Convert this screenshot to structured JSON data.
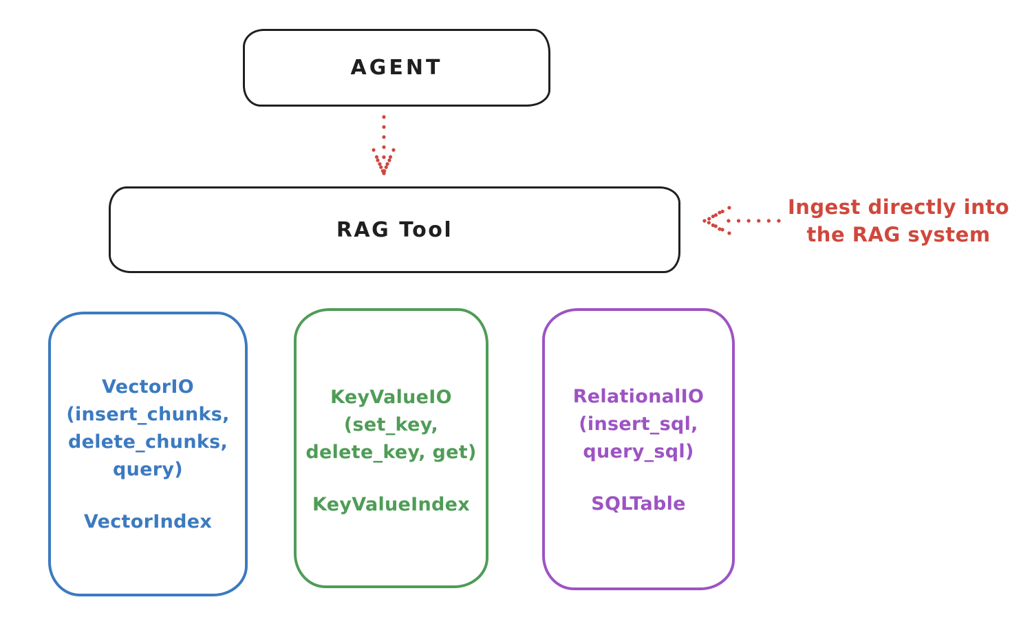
{
  "colors": {
    "background": "#ffffff",
    "ink": "#1f1f1f",
    "red": "#d0473c",
    "blue": "#3b7ac0",
    "green": "#4f9c57",
    "purple": "#9d53c3"
  },
  "agent": {
    "label": "AGENT"
  },
  "rag_tool": {
    "label": "RAG Tool"
  },
  "annotation": {
    "line1": "Ingest directly into",
    "line2": "the RAG system"
  },
  "backends": {
    "vector": {
      "lines": [
        "VectorIO",
        "(insert_chunks,",
        "delete_chunks,",
        "query)"
      ],
      "index": "VectorIndex"
    },
    "keyvalue": {
      "lines": [
        "KeyValueIO",
        "(set_key,",
        "delete_key, get)"
      ],
      "index": "KeyValueIndex"
    },
    "relational": {
      "lines": [
        "RelationalIO",
        "(insert_sql,",
        "query_sql)"
      ],
      "index": "SQLTable"
    }
  },
  "icons": {
    "agent_to_rag_arrow": "dotted-arrow-down",
    "ingest_arrow": "dotted-arrow-left"
  }
}
